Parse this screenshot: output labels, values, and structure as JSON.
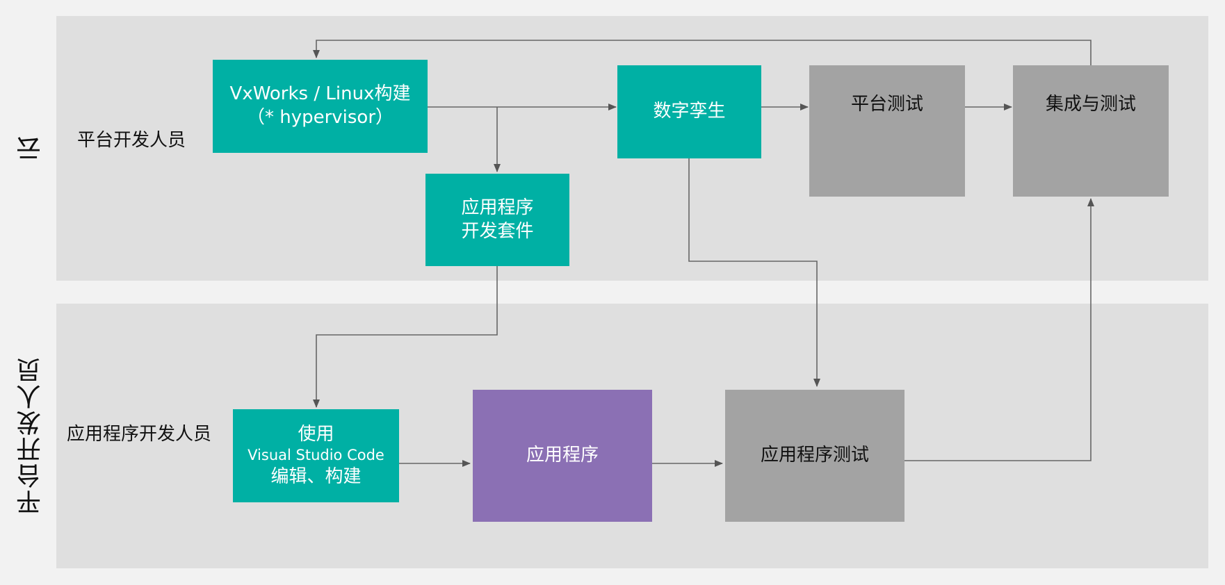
{
  "lanes": {
    "cloud": "云",
    "developer": "平台开发人员"
  },
  "roles": {
    "platform": "平台开发人员",
    "application": "应用程序开发人员"
  },
  "nodes": {
    "build": {
      "line1": "VxWorks / Linux构建",
      "line2": "（* hypervisor）"
    },
    "twin": {
      "line1": "数字孪生"
    },
    "platform_test": {
      "line1": "平台测试"
    },
    "integration": {
      "line1": "集成与测试"
    },
    "sdk": {
      "line1": "应用程序",
      "line2": "开发套件"
    },
    "vscode": {
      "line1": "使用",
      "line2": "Visual Studio Code",
      "line3": "编辑、构建"
    },
    "app": {
      "line1": "应用程序"
    },
    "app_test": {
      "line1": "应用程序测试"
    }
  },
  "colors": {
    "teal": "#00b0a4",
    "gray": "#a3a3a3",
    "purple": "#8b70b4",
    "lane": "#dfdfdf",
    "connector": "#555555"
  }
}
